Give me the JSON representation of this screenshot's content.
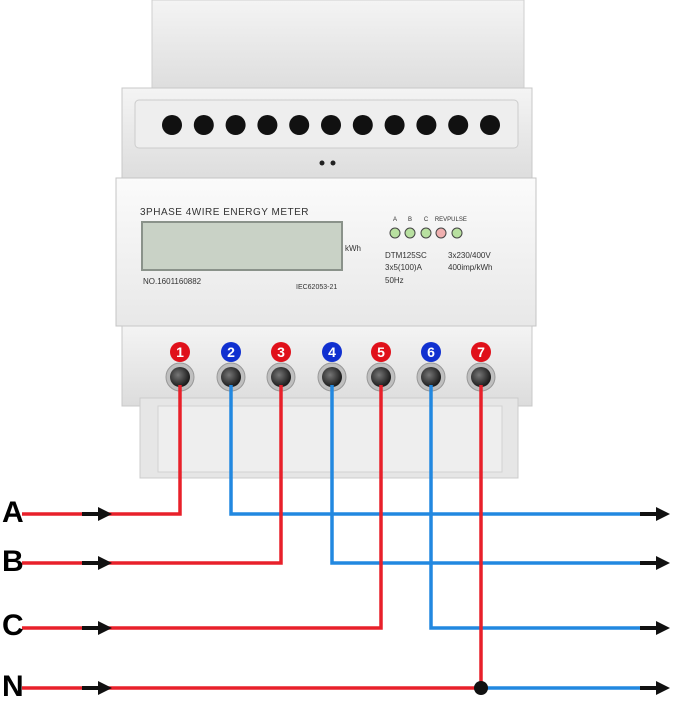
{
  "meter": {
    "title": "3PHASE  4WIRE  ENERGY  METER",
    "unit": "kWh",
    "serial": "NO.1601160882",
    "standard": "IEC62053-21",
    "model": "DTM125SC",
    "current": "3x5(100)A",
    "frequency": "50Hz",
    "voltage": "3x230/400V",
    "impulse": "400imp/kWh",
    "leds": [
      "A",
      "B",
      "C",
      "REV",
      "PULSE"
    ],
    "led_colors": [
      "#b8e0a0",
      "#b8e0a0",
      "#b8e0a0",
      "#f0b0b0",
      "#b8e0a0"
    ]
  },
  "terminals": [
    {
      "number": "1",
      "color": "#e0101a"
    },
    {
      "number": "2",
      "color": "#1030d0"
    },
    {
      "number": "3",
      "color": "#e0101a"
    },
    {
      "number": "4",
      "color": "#1030d0"
    },
    {
      "number": "5",
      "color": "#e0101a"
    },
    {
      "number": "6",
      "color": "#1030d0"
    },
    {
      "number": "7",
      "color": "#e0101a"
    }
  ],
  "phases": [
    "A",
    "B",
    "C",
    "N"
  ],
  "colors": {
    "input_wire": "#e8202a",
    "output_wire": "#2288e0",
    "arrow": "#111111",
    "junction": "#111111"
  }
}
